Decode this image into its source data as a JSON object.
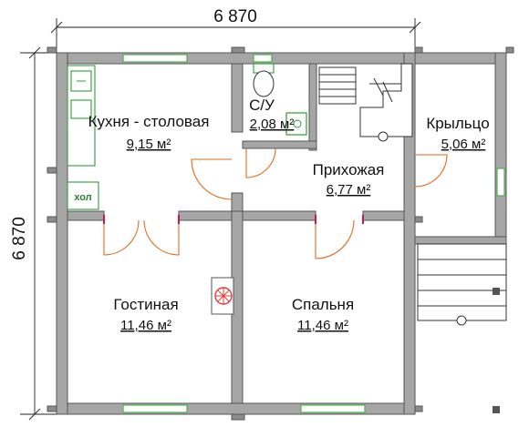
{
  "dimensions": {
    "top": "6 870",
    "left": "6 870"
  },
  "rooms": [
    {
      "name": "Кухня - столовая",
      "area": "9,15 м²"
    },
    {
      "name": "С/У",
      "area": "2,08 м²"
    },
    {
      "name": "Прихожая",
      "area": "6,77 м²"
    },
    {
      "name": "Крыльцо",
      "area": "5,06 м²"
    },
    {
      "name": "Гостиная",
      "area": "11,46 м²"
    },
    {
      "name": "Спальня",
      "area": "11,46 м²"
    }
  ],
  "fixtures": {
    "fridge_label": "хол"
  },
  "colors": {
    "wall": "#a6a6a6",
    "window": "#4caf50",
    "door": "#e06a1b",
    "fixture": "#2e9c3a",
    "stove": "#e23c3c"
  },
  "icons": [
    "stove-icon",
    "toilet-icon",
    "sink-icon",
    "stairs-icon"
  ]
}
